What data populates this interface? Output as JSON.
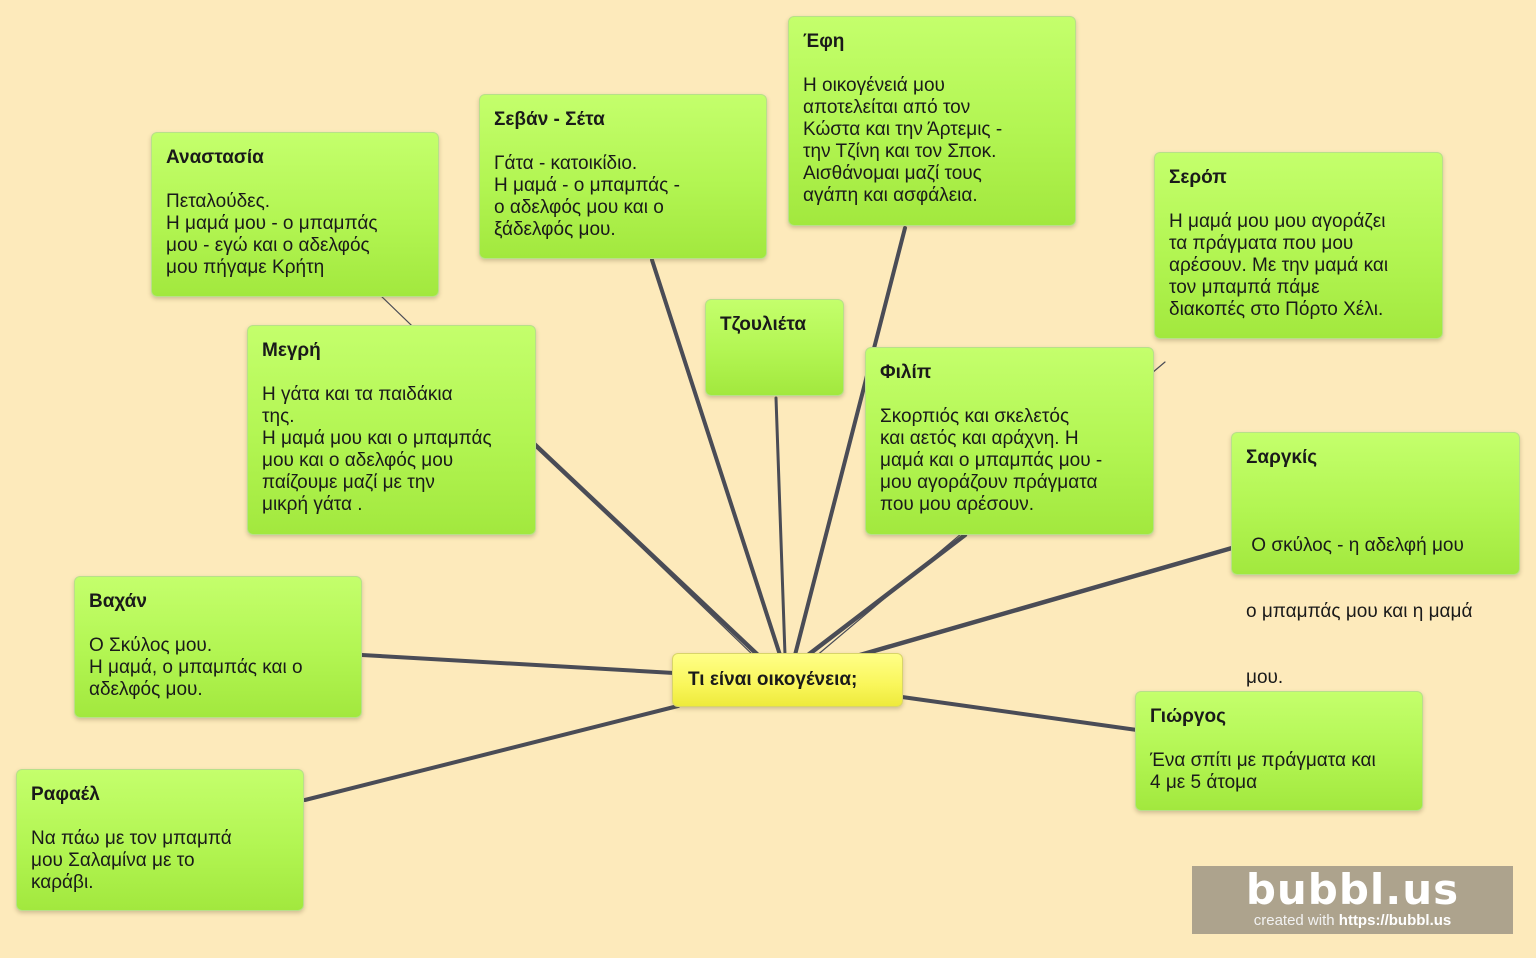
{
  "center": {
    "label": "Τι είναι οικογένεια;"
  },
  "nodes": [
    {
      "id": "anastasia",
      "title": "Αναστασία",
      "lines": [
        "Πεταλούδες.",
        "Η μαμά μου - ο μπαμπάς",
        "μου - εγώ και ο αδελφός",
        "μου πήγαμε Κρήτη"
      ]
    },
    {
      "id": "sevan-seta",
      "title": "Σεβάν - Σέτα",
      "lines": [
        "Γάτα - κατοικίδιο.",
        "Η μαμά - ο μπαμπάς -",
        "ο αδελφός μου και ο",
        "ξάδελφός μου."
      ]
    },
    {
      "id": "efi",
      "title": "Έφη",
      "lines": [
        "Η οικογένειά μου",
        "αποτελείται από τον",
        "Κώστα και την Άρτεμις -",
        "την Τζίνη και τον Σποκ.",
        "Αισθάνομαι μαζί τους",
        "αγάπη και ασφάλεια."
      ]
    },
    {
      "id": "serop",
      "title": "Σερόπ",
      "lines": [
        "Η μαμά μου μου αγοράζει",
        "τα πράγματα που μου",
        "αρέσουν. Με την μαμά και",
        "τον μπαμπά πάμε",
        "διακοπές στο Πόρτο Χέλι."
      ]
    },
    {
      "id": "tzoulieta",
      "title": "Τζουλιέτα",
      "lines": []
    },
    {
      "id": "megri",
      "title": "Μεγρή",
      "lines": [
        "Η γάτα και τα παιδάκια",
        "της.",
        "Η μαμά μου και ο μπαμπάς",
        "μου και ο αδελφός μου",
        "παίζουμε μαζί με την",
        "μικρή γάτα ."
      ]
    },
    {
      "id": "filip",
      "title": "Φιλίπ",
      "lines": [
        "Σκορπιός και σκελετός",
        "και αετός και αράχνη. Η",
        "μαμά και ο μπαμπάς μου -",
        "μου αγοράζουν πράγματα",
        "που μου αρέσουν."
      ]
    },
    {
      "id": "sargkis",
      "title": "Σαργκίς",
      "lines": [
        " Ο σκύλος - η αδελφή μου",
        "ο μπαμπάς μου και η μαμά",
        "μου."
      ]
    },
    {
      "id": "vachan",
      "title": "Βαχάν",
      "lines": [
        "Ο Σκύλος μου.",
        "Η μαμά, ο μπαμπάς και ο",
        "αδελφός μου."
      ]
    },
    {
      "id": "giorgos",
      "title": "Γιώργος",
      "lines": [
        "Ένα σπίτι με πράγματα και",
        "4 με 5 άτομα"
      ]
    },
    {
      "id": "rafael",
      "title": "Ραφαέλ",
      "lines": [
        "Να πάω με τον μπαμπά",
        "μου Σαλαμίνα με το",
        "καράβι."
      ]
    }
  ],
  "branding": {
    "logo": "bubbl.us",
    "created_with": "created with ",
    "url": "https://bubbl.us"
  }
}
